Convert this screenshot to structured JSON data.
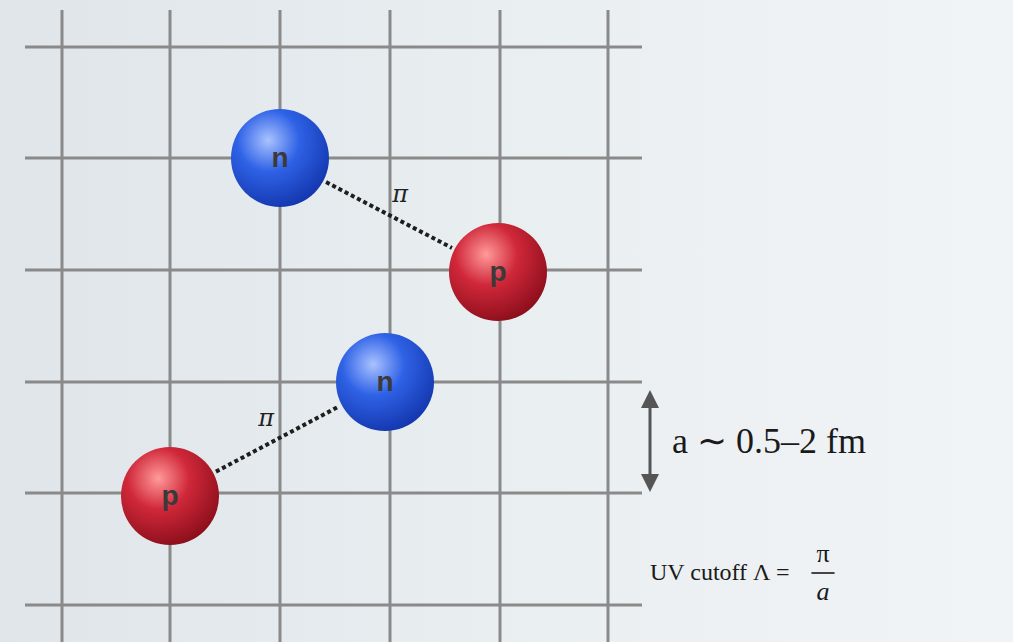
{
  "diagram": {
    "nodes": [
      {
        "text": [
          "n"
        ]
      },
      {
        "text": [
          "p"
        ]
      },
      {
        "text": [
          "n"
        ]
      },
      {
        "text": [
          "p"
        ]
      }
    ],
    "edges": [
      {
        "from": 0,
        "to": 1,
        "arrow": "none",
        "label": "π"
      },
      {
        "from": 3,
        "to": 2,
        "arrow": "none",
        "label": "π"
      }
    ],
    "labels": [
      "a ∼ 0.5–2 fm",
      "UV cutoff Λ =",
      "π",
      "a"
    ]
  }
}
